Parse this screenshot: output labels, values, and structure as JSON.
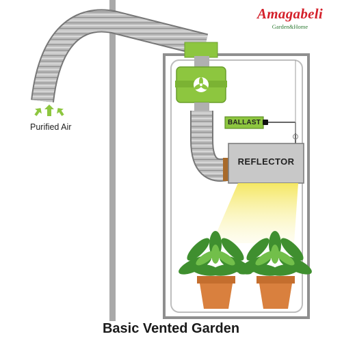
{
  "brand": {
    "name": "Amagabeli",
    "tagline": "Garden&Home"
  },
  "labels": {
    "purified_air": "Purified Air",
    "ballast": "BALLAST",
    "reflector": "REFLECTOR"
  },
  "caption": "Basic Vented Garden",
  "colors": {
    "fan_green": "#8dc63f",
    "duct_gray": "#b3b3b3",
    "tent_frame": "#9a9a9a",
    "reflector_gray": "#c8c8c8",
    "light_yellow": "#f6ee8c",
    "pot_orange": "#d9803e",
    "leaf_green": "#3f8f2f",
    "brand_red": "#d4202a"
  },
  "icons": [
    "fan-icon",
    "arrow-down-icon"
  ]
}
